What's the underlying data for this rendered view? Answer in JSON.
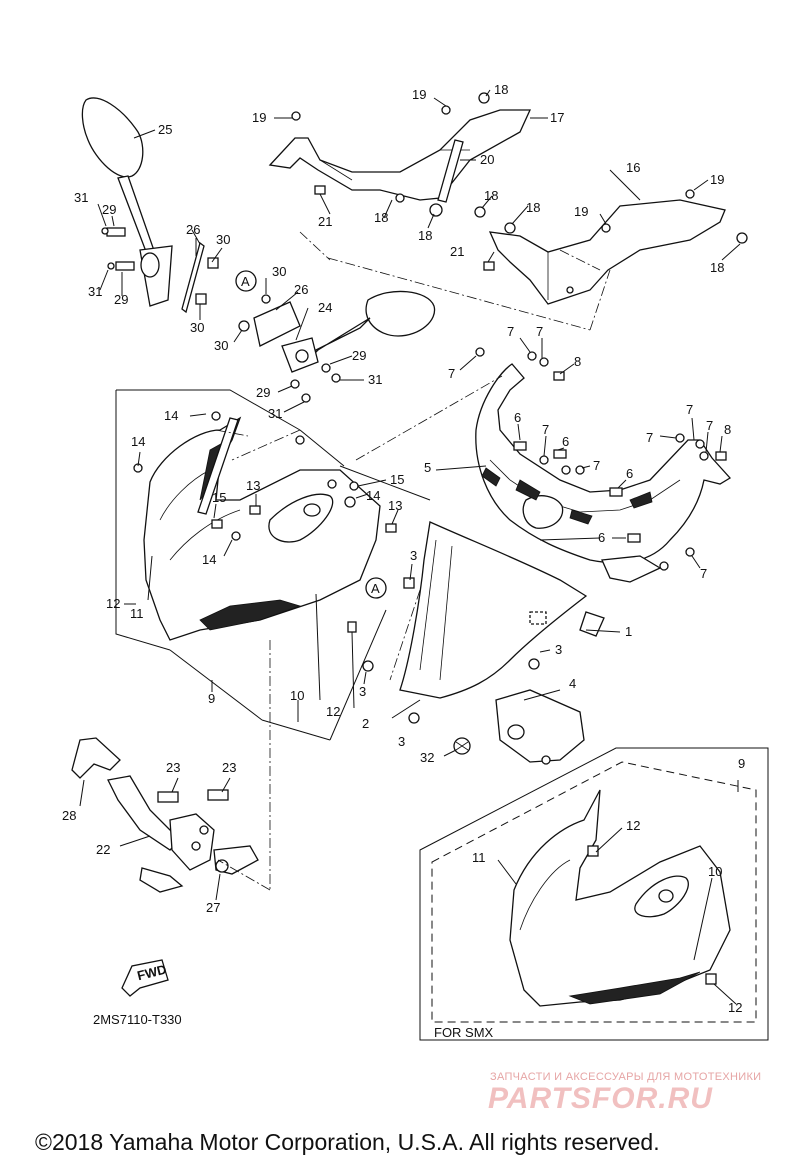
{
  "diagram": {
    "part_labels": [
      "1",
      "2",
      "3",
      "4",
      "5",
      "6",
      "7",
      "8",
      "9",
      "10",
      "11",
      "12",
      "13",
      "14",
      "15",
      "16",
      "17",
      "18",
      "19",
      "20",
      "21",
      "22",
      "23",
      "24",
      "25",
      "26",
      "27",
      "28",
      "29",
      "30",
      "31",
      "32"
    ],
    "callout_letter": "A",
    "fwd_label": "FWD",
    "diagram_code": "2MS7110-T330",
    "variant_label": "FOR SMX"
  },
  "watermark": {
    "subtitle": "ЗАПЧАСТИ И АКСЕССУАРЫ ДЛЯ МОТОТЕХНИКИ",
    "logo": "PARTSFOR.RU"
  },
  "footer": {
    "copyright": "©2018 Yamaha Motor Corporation, U.S.A. All rights reserved."
  },
  "colors": {
    "line": "#111111",
    "watermark": "#f1c0c0"
  }
}
